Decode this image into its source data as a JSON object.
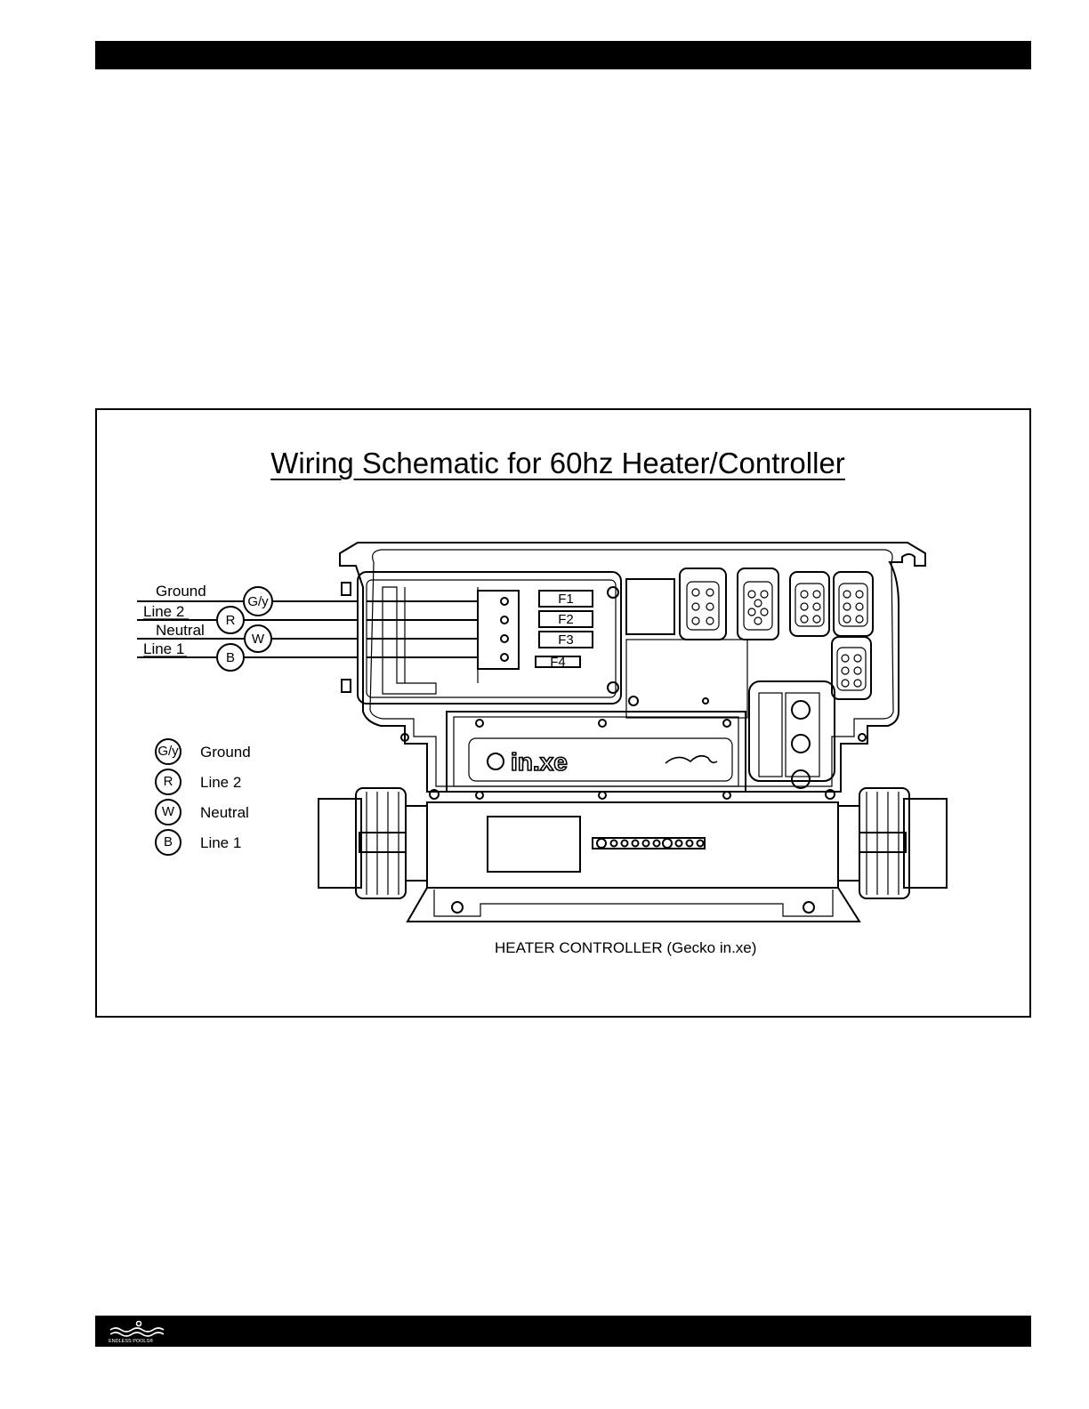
{
  "title": "Wiring Schematic for 60hz Heater/Controller",
  "wires": [
    {
      "label": "Ground",
      "symbol": "G/y"
    },
    {
      "label": "Line 2",
      "symbol": "R"
    },
    {
      "label": "Neutral",
      "symbol": "W"
    },
    {
      "label": "Line 1",
      "symbol": "B"
    }
  ],
  "fuses": [
    "F1",
    "F2",
    "F3",
    "F4"
  ],
  "legend": [
    {
      "symbol": "G/y",
      "label": "Ground"
    },
    {
      "symbol": "R",
      "label": "Line 2"
    },
    {
      "symbol": "W",
      "label": "Neutral"
    },
    {
      "symbol": "B",
      "label": "Line 1"
    }
  ],
  "brand_label": "in.xe",
  "caption": "HEATER CONTROLLER (Gecko in.xe)",
  "footer_logo_text": "ENDLESS POOLS®"
}
